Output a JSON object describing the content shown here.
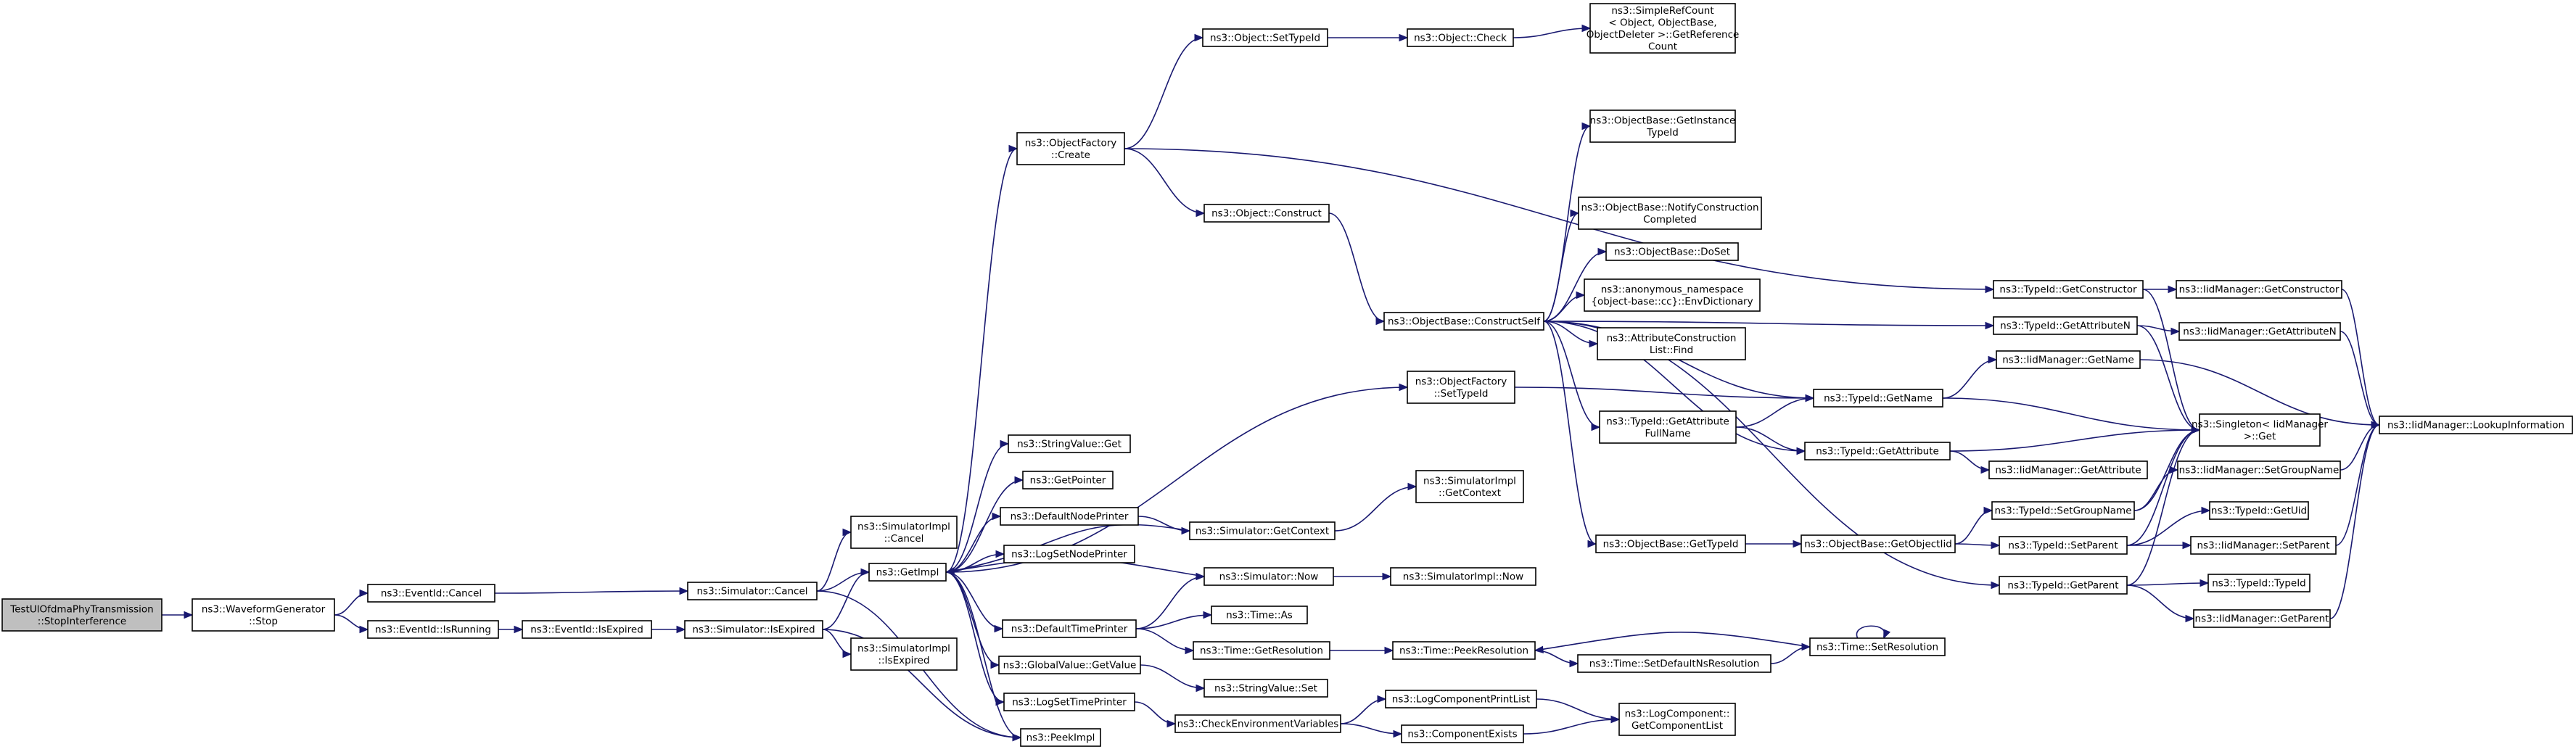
{
  "colors": {
    "edge": "#191970",
    "root_fill": "#bfbfbf",
    "node_fill": "#ffffff",
    "node_border": "#000000"
  },
  "nodes": [
    {
      "id": "root",
      "lines": [
        "TestUlOfdmaPhyTransmission",
        "::StopInterference"
      ]
    },
    {
      "id": "wfStop",
      "lines": [
        "ns3::WaveformGenerator",
        "::Stop"
      ]
    },
    {
      "id": "evCancel",
      "lines": [
        "ns3::EventId::Cancel"
      ]
    },
    {
      "id": "evIsRunning",
      "lines": [
        "ns3::EventId::IsRunning"
      ]
    },
    {
      "id": "evIsExpired",
      "lines": [
        "ns3::EventId::IsExpired"
      ]
    },
    {
      "id": "simCancel",
      "lines": [
        "ns3::Simulator::Cancel"
      ]
    },
    {
      "id": "simIsExpired",
      "lines": [
        "ns3::Simulator::IsExpired"
      ]
    },
    {
      "id": "simImplCancel",
      "lines": [
        "ns3::SimulatorImpl",
        "::Cancel"
      ]
    },
    {
      "id": "simImplIsExpired",
      "lines": [
        "ns3::SimulatorImpl",
        "::IsExpired"
      ]
    },
    {
      "id": "getImpl",
      "lines": [
        "ns3::GetImpl"
      ]
    },
    {
      "id": "peekImpl",
      "lines": [
        "ns3::PeekImpl"
      ]
    },
    {
      "id": "objFactoryCreate",
      "lines": [
        "ns3::ObjectFactory",
        "::Create"
      ]
    },
    {
      "id": "stringValueGet",
      "lines": [
        "ns3::StringValue::Get"
      ]
    },
    {
      "id": "getPointer",
      "lines": [
        "ns3::GetPointer"
      ]
    },
    {
      "id": "defaultNodePrinter",
      "lines": [
        "ns3::DefaultNodePrinter"
      ]
    },
    {
      "id": "logSetNodePrinter",
      "lines": [
        "ns3::LogSetNodePrinter"
      ]
    },
    {
      "id": "defaultTimePrinter",
      "lines": [
        "ns3::DefaultTimePrinter"
      ]
    },
    {
      "id": "globalValueGetValue",
      "lines": [
        "ns3::GlobalValue::GetValue"
      ]
    },
    {
      "id": "logSetTimePrinter",
      "lines": [
        "ns3::LogSetTimePrinter"
      ]
    },
    {
      "id": "objSetTypeId",
      "lines": [
        "ns3::Object::SetTypeId"
      ]
    },
    {
      "id": "objConstruct",
      "lines": [
        "ns3::Object::Construct"
      ]
    },
    {
      "id": "simGetContext",
      "lines": [
        "ns3::Simulator::GetContext"
      ]
    },
    {
      "id": "simNow",
      "lines": [
        "ns3::Simulator::Now"
      ]
    },
    {
      "id": "timeAs",
      "lines": [
        "ns3::Time::As"
      ]
    },
    {
      "id": "timeGetResolution",
      "lines": [
        "ns3::Time::GetResolution"
      ]
    },
    {
      "id": "stringValueSet",
      "lines": [
        "ns3::StringValue::Set"
      ]
    },
    {
      "id": "checkEnvVars",
      "lines": [
        "ns3::CheckEnvironmentVariables"
      ]
    },
    {
      "id": "objCheck",
      "lines": [
        "ns3::Object::Check"
      ]
    },
    {
      "id": "objBaseConstructSelf",
      "lines": [
        "ns3::ObjectBase::ConstructSelf"
      ]
    },
    {
      "id": "objFactorySetTypeId",
      "lines": [
        "ns3::ObjectFactory",
        "::SetTypeId"
      ]
    },
    {
      "id": "simImplGetContext",
      "lines": [
        "ns3::SimulatorImpl",
        "::GetContext"
      ]
    },
    {
      "id": "simImplNow",
      "lines": [
        "ns3::SimulatorImpl::Now"
      ]
    },
    {
      "id": "timePeekResolution",
      "lines": [
        "ns3::Time::PeekResolution"
      ]
    },
    {
      "id": "logCompPrintList",
      "lines": [
        "ns3::LogComponentPrintList"
      ]
    },
    {
      "id": "componentExists",
      "lines": [
        "ns3::ComponentExists"
      ]
    },
    {
      "id": "simpleRefCount",
      "lines": [
        "ns3::SimpleRefCount",
        "< Object, ObjectBase,",
        "ObjectDeleter >::GetReference",
        "Count"
      ]
    },
    {
      "id": "objBaseGetInstanceTypeId",
      "lines": [
        "ns3::ObjectBase::GetInstance",
        "TypeId"
      ]
    },
    {
      "id": "objBaseNotifyConstruction",
      "lines": [
        "ns3::ObjectBase::NotifyConstruction",
        "Completed"
      ]
    },
    {
      "id": "objBaseDoSet",
      "lines": [
        "ns3::ObjectBase::DoSet"
      ]
    },
    {
      "id": "envDictionary",
      "lines": [
        "ns3::anonymous_namespace",
        "{object-base::cc}::EnvDictionary"
      ]
    },
    {
      "id": "attrConstructionListFind",
      "lines": [
        "ns3::AttributeConstruction",
        "List::Find"
      ]
    },
    {
      "id": "typeIdGetAttributeFullName",
      "lines": [
        "ns3::TypeId::GetAttribute",
        "FullName"
      ]
    },
    {
      "id": "objBaseGetTypeId",
      "lines": [
        "ns3::ObjectBase::GetTypeId"
      ]
    },
    {
      "id": "timeSetDefaultNsResolution",
      "lines": [
        "ns3::Time::SetDefaultNsResolution"
      ]
    },
    {
      "id": "logCompGetComponentList",
      "lines": [
        "ns3::LogComponent::",
        "GetComponentList"
      ]
    },
    {
      "id": "typeIdGetName",
      "lines": [
        "ns3::TypeId::GetName"
      ]
    },
    {
      "id": "typeIdGetAttribute",
      "lines": [
        "ns3::TypeId::GetAttribute"
      ]
    },
    {
      "id": "objBaseGetObjectIid",
      "lines": [
        "ns3::ObjectBase::GetObjectIid"
      ]
    },
    {
      "id": "timeSetResolution",
      "lines": [
        "ns3::Time::SetResolution"
      ]
    },
    {
      "id": "typeIdGetConstructor",
      "lines": [
        "ns3::TypeId::GetConstructor"
      ]
    },
    {
      "id": "typeIdGetAttributeN",
      "lines": [
        "ns3::TypeId::GetAttributeN"
      ]
    },
    {
      "id": "iidMgrGetName",
      "lines": [
        "ns3::IidManager::GetName"
      ]
    },
    {
      "id": "iidMgrGetAttribute",
      "lines": [
        "ns3::IidManager::GetAttribute"
      ]
    },
    {
      "id": "typeIdSetGroupName",
      "lines": [
        "ns3::TypeId::SetGroupName"
      ]
    },
    {
      "id": "typeIdSetParent",
      "lines": [
        "ns3::TypeId::SetParent"
      ]
    },
    {
      "id": "typeIdGetParent",
      "lines": [
        "ns3::TypeId::GetParent"
      ]
    },
    {
      "id": "iidMgrGetConstructor",
      "lines": [
        "ns3::IidManager::GetConstructor"
      ]
    },
    {
      "id": "iidMgrGetAttributeN",
      "lines": [
        "ns3::IidManager::GetAttributeN"
      ]
    },
    {
      "id": "singletonGet",
      "lines": [
        "ns3::Singleton< IidManager",
        ">::Get"
      ]
    },
    {
      "id": "iidMgrSetGroupName",
      "lines": [
        "ns3::IidManager::SetGroupName"
      ]
    },
    {
      "id": "typeIdGetUid",
      "lines": [
        "ns3::TypeId::GetUid"
      ]
    },
    {
      "id": "iidMgrSetParent",
      "lines": [
        "ns3::IidManager::SetParent"
      ]
    },
    {
      "id": "typeIdTypeId",
      "lines": [
        "ns3::TypeId::TypeId"
      ]
    },
    {
      "id": "iidMgrGetParent",
      "lines": [
        "ns3::IidManager::GetParent"
      ]
    },
    {
      "id": "iidMgrLookupInformation",
      "lines": [
        "ns3::IidManager::LookupInformation"
      ]
    }
  ],
  "edges": [
    [
      "root",
      "wfStop"
    ],
    [
      "wfStop",
      "evCancel"
    ],
    [
      "wfStop",
      "evIsRunning"
    ],
    [
      "evCancel",
      "simCancel"
    ],
    [
      "evIsRunning",
      "evIsExpired"
    ],
    [
      "evIsExpired",
      "simIsExpired"
    ],
    [
      "simCancel",
      "simImplCancel"
    ],
    [
      "simCancel",
      "getImpl"
    ],
    [
      "simCancel",
      "peekImpl"
    ],
    [
      "simIsExpired",
      "getImpl"
    ],
    [
      "simIsExpired",
      "simImplIsExpired"
    ],
    [
      "simIsExpired",
      "peekImpl"
    ],
    [
      "getImpl",
      "objFactoryCreate"
    ],
    [
      "getImpl",
      "stringValueGet"
    ],
    [
      "getImpl",
      "getPointer"
    ],
    [
      "getImpl",
      "defaultNodePrinter"
    ],
    [
      "getImpl",
      "logSetNodePrinter"
    ],
    [
      "getImpl",
      "defaultTimePrinter"
    ],
    [
      "getImpl",
      "globalValueGetValue"
    ],
    [
      "getImpl",
      "logSetTimePrinter"
    ],
    [
      "getImpl",
      "objFactorySetTypeId"
    ],
    [
      "getImpl",
      "peekImpl"
    ],
    [
      "simGetContext",
      "getImpl"
    ],
    [
      "simNow",
      "getImpl"
    ],
    [
      "objFactoryCreate",
      "objSetTypeId"
    ],
    [
      "objFactoryCreate",
      "objConstruct"
    ],
    [
      "objFactoryCreate",
      "typeIdGetConstructor"
    ],
    [
      "objSetTypeId",
      "objCheck"
    ],
    [
      "objCheck",
      "simpleRefCount"
    ],
    [
      "objConstruct",
      "objBaseConstructSelf"
    ],
    [
      "defaultNodePrinter",
      "simGetContext"
    ],
    [
      "simGetContext",
      "simImplGetContext"
    ],
    [
      "defaultTimePrinter",
      "simNow"
    ],
    [
      "defaultTimePrinter",
      "timeAs"
    ],
    [
      "defaultTimePrinter",
      "timeGetResolution"
    ],
    [
      "simNow",
      "simImplNow"
    ],
    [
      "timeGetResolution",
      "timePeekResolution"
    ],
    [
      "globalValueGetValue",
      "stringValueSet"
    ],
    [
      "logSetTimePrinter",
      "checkEnvVars"
    ],
    [
      "checkEnvVars",
      "logCompPrintList"
    ],
    [
      "checkEnvVars",
      "componentExists"
    ],
    [
      "logCompPrintList",
      "logCompGetComponentList"
    ],
    [
      "componentExists",
      "logCompGetComponentList"
    ],
    [
      "objFactorySetTypeId",
      "typeIdGetName"
    ],
    [
      "objBaseConstructSelf",
      "objBaseGetInstanceTypeId"
    ],
    [
      "objBaseConstructSelf",
      "objBaseNotifyConstruction"
    ],
    [
      "objBaseConstructSelf",
      "objBaseDoSet"
    ],
    [
      "objBaseConstructSelf",
      "envDictionary"
    ],
    [
      "objBaseConstructSelf",
      "attrConstructionListFind"
    ],
    [
      "objBaseConstructSelf",
      "typeIdGetAttributeFullName"
    ],
    [
      "objBaseConstructSelf",
      "objBaseGetTypeId"
    ],
    [
      "objBaseConstructSelf",
      "typeIdGetName"
    ],
    [
      "objBaseConstructSelf",
      "typeIdGetAttribute"
    ],
    [
      "objBaseConstructSelf",
      "typeIdGetAttributeN"
    ],
    [
      "objBaseConstructSelf",
      "typeIdGetParent"
    ],
    [
      "typeIdGetAttributeFullName",
      "typeIdGetName"
    ],
    [
      "typeIdGetAttributeFullName",
      "typeIdGetAttribute"
    ],
    [
      "objBaseGetTypeId",
      "objBaseGetObjectIid"
    ],
    [
      "objBaseGetObjectIid",
      "typeIdSetGroupName"
    ],
    [
      "objBaseGetObjectIid",
      "typeIdSetParent"
    ],
    [
      "timePeekResolution",
      "timeSetDefaultNsResolution"
    ],
    [
      "timeSetDefaultNsResolution",
      "timeSetResolution"
    ],
    [
      "timeSetResolution",
      "timePeekResolution"
    ],
    [
      "timeSetResolution",
      "timeSetResolution"
    ],
    [
      "typeIdGetName",
      "iidMgrGetName"
    ],
    [
      "typeIdGetName",
      "singletonGet"
    ],
    [
      "typeIdGetAttribute",
      "iidMgrGetAttribute"
    ],
    [
      "typeIdGetAttribute",
      "singletonGet"
    ],
    [
      "typeIdGetConstructor",
      "iidMgrGetConstructor"
    ],
    [
      "typeIdGetConstructor",
      "singletonGet"
    ],
    [
      "typeIdGetAttributeN",
      "iidMgrGetAttributeN"
    ],
    [
      "typeIdGetAttributeN",
      "singletonGet"
    ],
    [
      "typeIdSetGroupName",
      "iidMgrSetGroupName"
    ],
    [
      "typeIdSetGroupName",
      "singletonGet"
    ],
    [
      "typeIdSetParent",
      "typeIdGetUid"
    ],
    [
      "typeIdSetParent",
      "iidMgrSetParent"
    ],
    [
      "typeIdSetParent",
      "singletonGet"
    ],
    [
      "typeIdGetParent",
      "typeIdTypeId"
    ],
    [
      "typeIdGetParent",
      "iidMgrGetParent"
    ],
    [
      "typeIdGetParent",
      "singletonGet"
    ],
    [
      "iidMgrGetName",
      "iidMgrLookupInformation"
    ],
    [
      "iidMgrGetConstructor",
      "iidMgrLookupInformation"
    ],
    [
      "iidMgrGetAttributeN",
      "iidMgrLookupInformation"
    ],
    [
      "iidMgrSetGroupName",
      "iidMgrLookupInformation"
    ],
    [
      "iidMgrSetParent",
      "iidMgrLookupInformation"
    ],
    [
      "iidMgrGetParent",
      "iidMgrLookupInformation"
    ]
  ]
}
